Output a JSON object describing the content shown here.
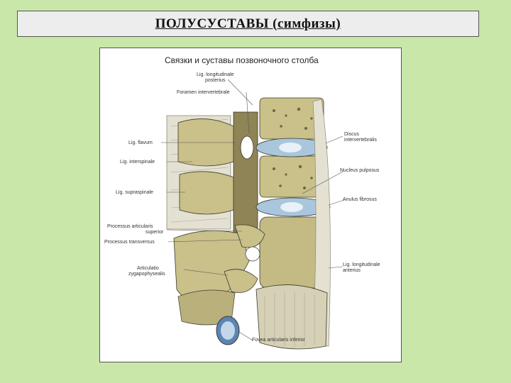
{
  "title": "ПОЛУСУСТАВЫ  (симфизы)",
  "figure": {
    "heading": "Связки и суставы позвоночного столба",
    "labels": {
      "lig_long_post_1": "Lig. longitudinale",
      "lig_long_post_2": "posterius",
      "foramen": "Foramen intervertebrale",
      "lig_flavum": "Lig. flavum",
      "lig_interspinale": "Lig. interspinale",
      "lig_supraspinale": "Lig. supraspinale",
      "proc_art_sup_1": "Processus articularis",
      "proc_art_sup_2": "superior",
      "proc_transversus": "Processus transversus",
      "art_zyg_1": "Articulatio",
      "art_zyg_2": "zygapophysealis",
      "discus_1": "Discus",
      "discus_2": "intervertebralis",
      "nucleus": "Nucleus pulposus",
      "anulus": "Anulus fibrosus",
      "lig_long_ant_1": "Lig. longitudinale",
      "lig_long_ant_2": "anterius",
      "fovea": "Fovea articularis inferior"
    }
  },
  "colors": {
    "background": "#c9e7a8",
    "bone": "#c9c08a",
    "bone_dark": "#8e8456",
    "disc": "#a9c6dc",
    "ligament": "#e4e1d2",
    "outline": "#3a3a2a"
  }
}
